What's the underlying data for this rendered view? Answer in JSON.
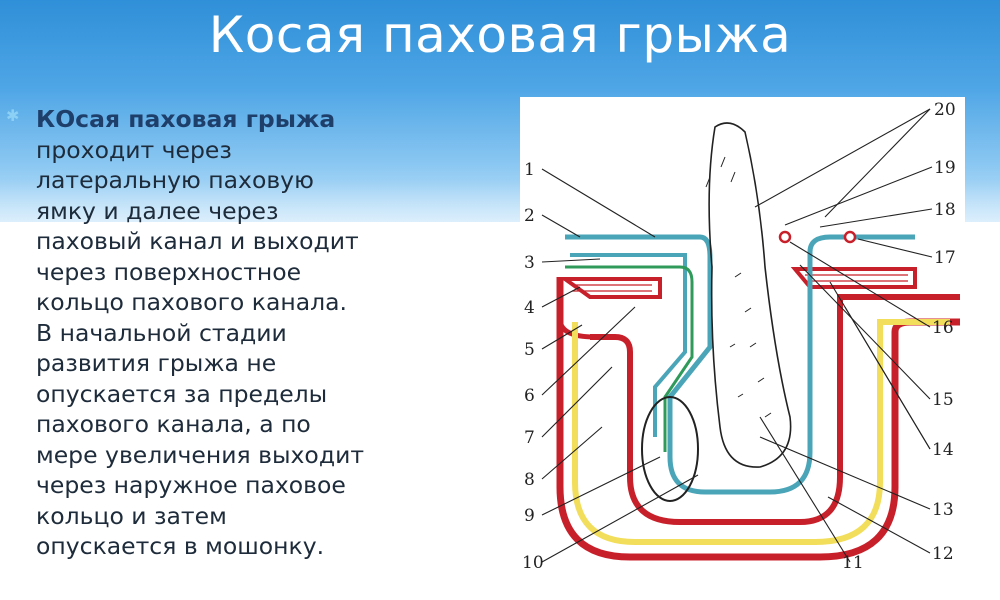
{
  "slide": {
    "title": "Косая паховая грыжа",
    "bullet": "✱",
    "lead": "КОсая паховая грыжа",
    "lines": [
      " проходит через",
      "латеральную паховую",
      "ямку и далее через",
      "паховый канал и выходит",
      "через поверхностное",
      "кольцо пахового канала.",
      "В начальной стадии",
      "развития грыжа не",
      "опускается за пределы",
      "пахового канала, а по",
      "мере увеличения выходит",
      "через наружное паховое",
      "кольцо и затем",
      "опускается в мошонку."
    ]
  },
  "figure": {
    "labels_left": [
      "1",
      "2",
      "3",
      "4",
      "5",
      "6",
      "7",
      "8",
      "9",
      "10"
    ],
    "labels_right": [
      "20",
      "19",
      "18",
      "17",
      "16",
      "15",
      "14",
      "13",
      "12",
      "11"
    ],
    "colors": {
      "red": "#c8202a",
      "yellow": "#f2de5a",
      "teal": "#4aa5b8",
      "green": "#2f9a5a",
      "ink": "#222222"
    }
  }
}
